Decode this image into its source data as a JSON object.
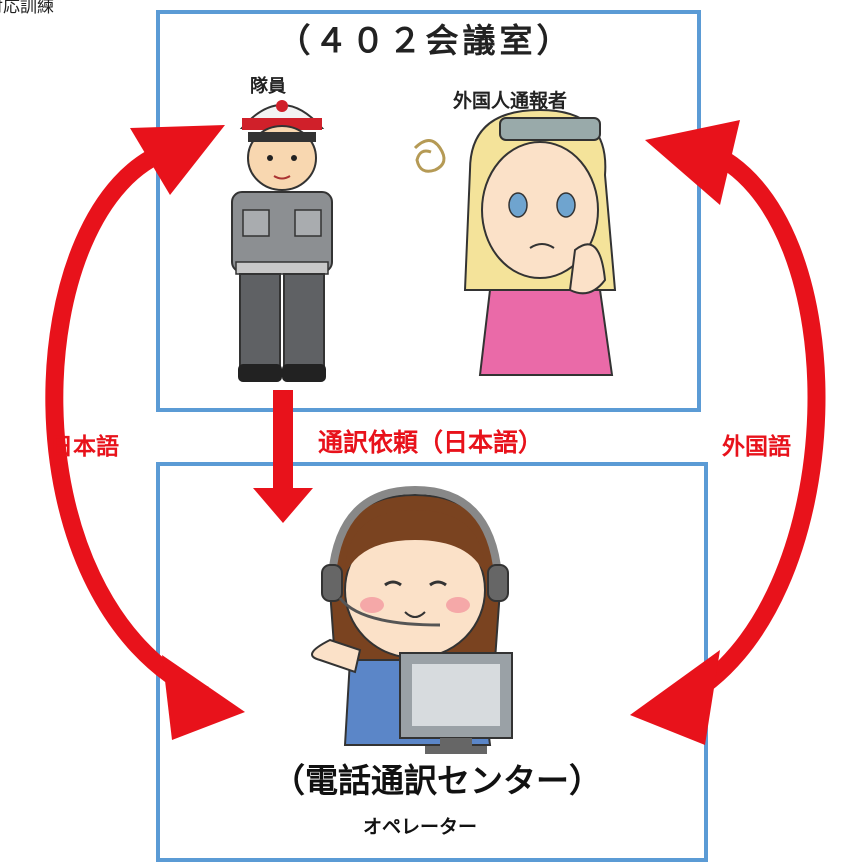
{
  "corner_label": "対応訓練",
  "room_title": "（４０２会議室）",
  "member_label": "隊員",
  "foreign_caller_label": "外国人通報者",
  "japanese_label": "日本語",
  "request_label": "通訳依頼（日本語）",
  "foreign_language_label": "外国語",
  "center_title": "（電話通訳センター）",
  "operator_label": "オペレーター",
  "colors": {
    "arrow": "#e8121b",
    "box_border": "#5b9bd5"
  }
}
